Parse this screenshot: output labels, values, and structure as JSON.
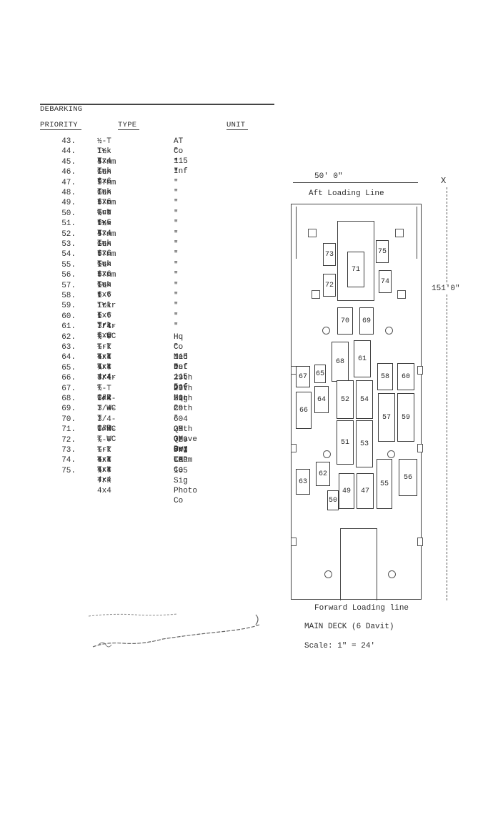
{
  "header": {
    "debarking": "DEBARKING",
    "priority": "PRIORITY",
    "type": "TYPE",
    "unit": "UNIT"
  },
  "rows": [
    {
      "n": "43.",
      "type": "½-T Trk 4x4",
      "unit": "AT Co 115 Inf"
    },
    {
      "n": "44.",
      "type": "1½-T Trk 6x6",
      "unit": "\""
    },
    {
      "n": "45.",
      "type": "57mm Gun",
      "unit": "\""
    },
    {
      "n": "46.",
      "type": "1½-T Trk 6x6",
      "unit": "\""
    },
    {
      "n": "47.",
      "type": "57mm Gun",
      "unit": "\""
    },
    {
      "n": "48.",
      "type": "1½-T Trk 6x6",
      "unit": "\""
    },
    {
      "n": "49.",
      "type": "57mm Gun",
      "unit": "\""
    },
    {
      "n": "50.",
      "type": "½-T Trk 4x4",
      "unit": "\""
    },
    {
      "n": "51.",
      "type": "1½-T Trk 6x6",
      "unit": "\""
    },
    {
      "n": "52.",
      "type": "57mm Gun",
      "unit": "\""
    },
    {
      "n": "53.",
      "type": "1½-T Trk 6x6",
      "unit": "\""
    },
    {
      "n": "54.",
      "type": "57mm Gun",
      "unit": "\""
    },
    {
      "n": "55.",
      "type": "1½-T Trk 6x6",
      "unit": "\""
    },
    {
      "n": "56.",
      "type": "57mm Gun",
      "unit": "\""
    },
    {
      "n": "57.",
      "type": "1½-T Trk 6x6",
      "unit": "\""
    },
    {
      "n": "58.",
      "type": "1-T Trlr",
      "unit": "\""
    },
    {
      "n": "59.",
      "type": "1½-T Trk 6x6",
      "unit": "\""
    },
    {
      "n": "60.",
      "type": "1-T Trlr",
      "unit": "\""
    },
    {
      "n": "61.",
      "type": "3/4-T WC",
      "unit": "\""
    },
    {
      "n": "62.",
      "type": "½-T Trk 4x4",
      "unit": "Hq Co 115 Inf"
    },
    {
      "n": "63.",
      "type": "½-T Trk 4x4",
      "unit": "\""
    },
    {
      "n": "64.",
      "type": "½-T Trk 4x4",
      "unit": "Med Det 115 Inf"
    },
    {
      "n": "65.",
      "type": "¼-T Trlr",
      "unit": "\""
    },
    {
      "n": "66.",
      "type": "3/4-T C&R",
      "unit": "29th Div Hq"
    },
    {
      "n": "67.",
      "type": "½-T Trk",
      "unit": "29th Sig Co"
    },
    {
      "n": "68.",
      "type": "3/4-T WC",
      "unit": "29th \""
    },
    {
      "n": "69.",
      "type": "3/4-T C&R",
      "unit": "29th \""
    },
    {
      "n": "70.",
      "type": "3/4-T WC",
      "unit": "604 QM Grave Reg"
    },
    {
      "n": "71.",
      "type": "3/4-T WC",
      "unit": "29th QM Co"
    },
    {
      "n": "72.",
      "type": "½-T Trk 4x4",
      "unit": "729 Ord LM Co"
    },
    {
      "n": "73.",
      "type": "½-T Trk 4x4",
      "unit": "PWI Team"
    },
    {
      "n": "74.",
      "type": "½-T Trk 4x4",
      "unit": "CAP"
    },
    {
      "n": "75.",
      "type": "½-T Trk 4x4",
      "unit": "165 Sig Photo Co"
    }
  ],
  "diagram": {
    "width_label": "50' 0\"",
    "length_label": "151'0\"",
    "x_mark": "X",
    "aft_label": "Aft Loading Line",
    "forward_label": "Forward Loading line",
    "deck_label": "MAIN DECK (6 Davit)",
    "scale_label": "Scale: 1\" = 24'",
    "vehicles": [
      "73",
      "75",
      "71",
      "72",
      "74",
      "70",
      "69",
      "68",
      "61",
      "67",
      "65",
      "66",
      "64",
      "52",
      "54",
      "58",
      "60",
      "57",
      "59",
      "51",
      "53",
      "62",
      "63",
      "49",
      "47",
      "55",
      "56",
      "50"
    ]
  }
}
